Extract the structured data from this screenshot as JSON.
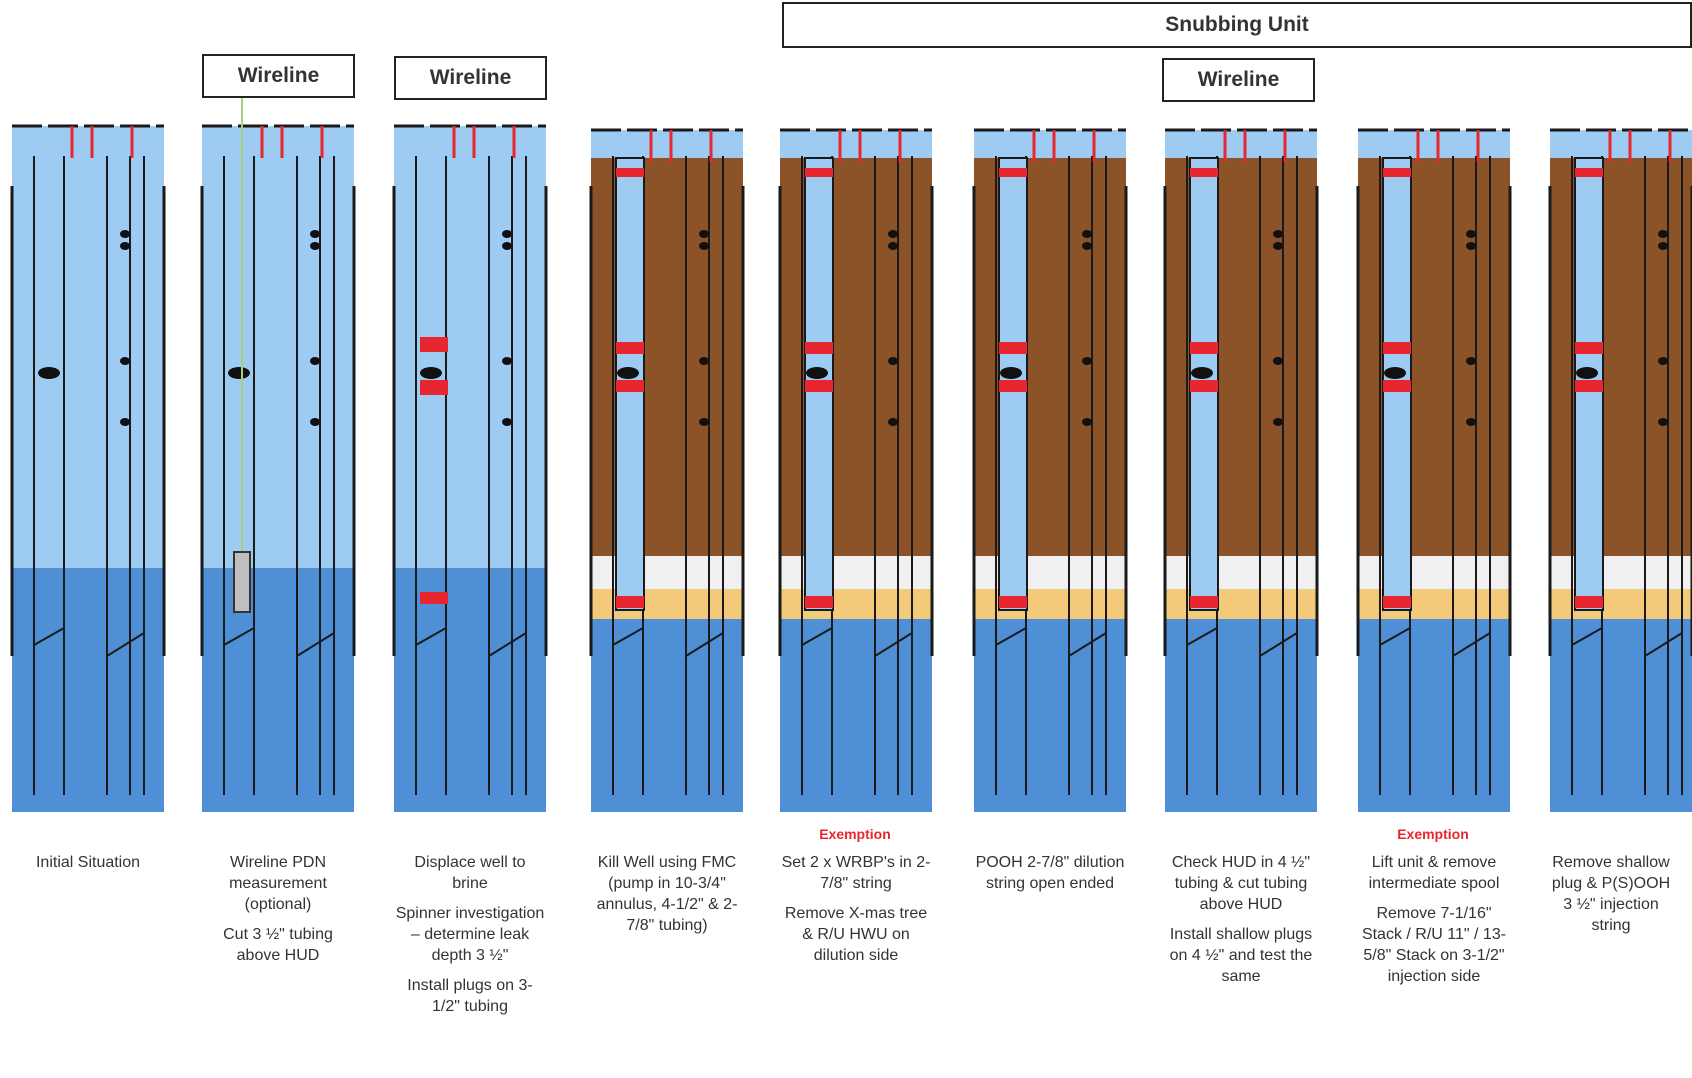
{
  "labels": {
    "snubbing_unit": "Snubbing Unit",
    "wireline": "Wireline",
    "exemption": "Exemption"
  },
  "colors": {
    "light_blue": "#9dcbf2",
    "deep_blue": "#4f8fd6",
    "brown": "#8c5328",
    "tan": "#f3c97a",
    "white_band": "#f0f0f0",
    "red": "#e8262f"
  },
  "steps": [
    {
      "caption": [
        "Initial Situation"
      ]
    },
    {
      "caption": [
        "Wireline PDN measurement (optional)",
        "Cut 3 ½\" tubing above HUD"
      ]
    },
    {
      "caption": [
        "Displace well to brine",
        "Spinner investigation – determine leak depth 3 ½\"",
        "Install plugs on 3-1/2\" tubing"
      ]
    },
    {
      "caption": [
        "Kill Well using FMC (pump in 10-3/4\" annulus, 4-1/2\" & 2-7/8\" tubing)"
      ]
    },
    {
      "caption": [
        "Set 2 x WRBP's in 2-7/8\" string",
        "Remove X-mas tree & R/U HWU on dilution side"
      ]
    },
    {
      "caption": [
        "POOH 2-7/8\" dilution string open ended"
      ]
    },
    {
      "caption": [
        "Check HUD in 4 ½\" tubing & cut tubing above HUD",
        "Install shallow plugs on 4 ½\" and test the same"
      ]
    },
    {
      "caption": [
        "Lift unit & remove intermediate spool",
        "Remove 7-1/16\" Stack / R/U 11\" / 13-5/8\" Stack on 3-1/2\" injection side"
      ]
    },
    {
      "caption": [
        "Remove shallow plug & P(S)OOH 3 ½\" injection string"
      ]
    }
  ]
}
